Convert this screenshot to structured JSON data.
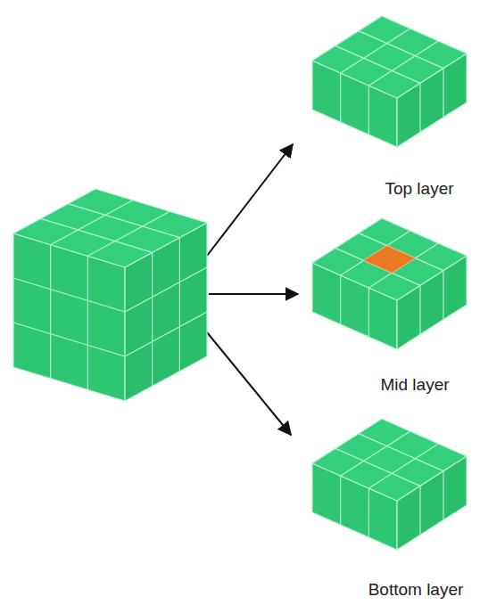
{
  "diagram": {
    "labels": [
      "Top layer",
      "Mid layer",
      "Bottom layer"
    ]
  }
}
